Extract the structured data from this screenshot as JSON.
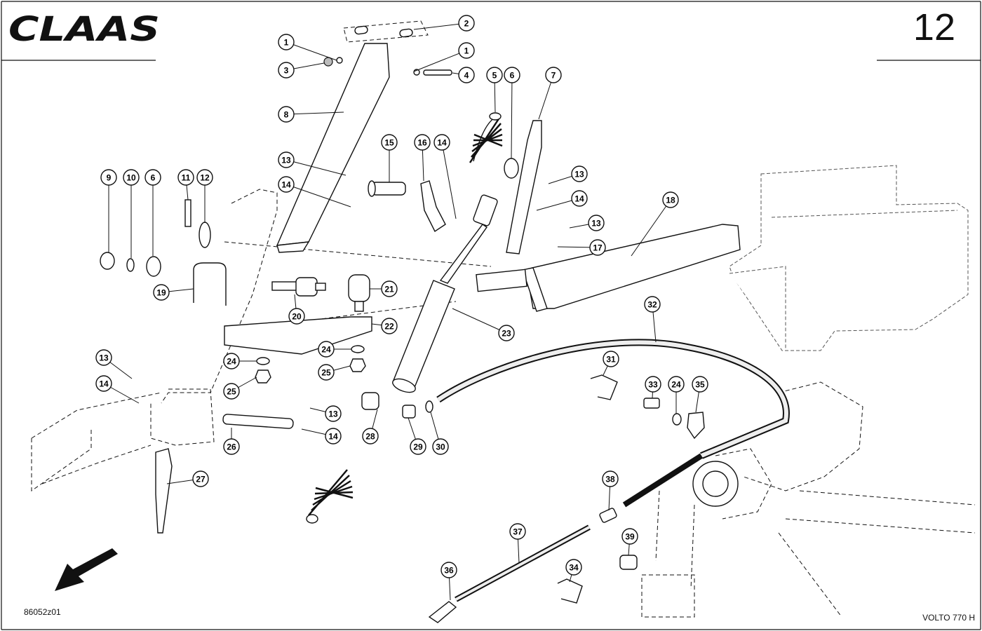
{
  "brand": {
    "logo_text": "CLAAS"
  },
  "page_number": "12",
  "drawing_code": "86052z01",
  "model_name": "VOLTO 770 H",
  "icons": {
    "direction_arrow": "arrow-down-left-icon"
  },
  "callouts": [
    {
      "id": "c1a",
      "label": "1"
    },
    {
      "id": "c1b",
      "label": "1"
    },
    {
      "id": "c2",
      "label": "2"
    },
    {
      "id": "c3",
      "label": "3"
    },
    {
      "id": "c4",
      "label": "4"
    },
    {
      "id": "c5",
      "label": "5"
    },
    {
      "id": "c6a",
      "label": "6"
    },
    {
      "id": "c6b",
      "label": "6"
    },
    {
      "id": "c7",
      "label": "7"
    },
    {
      "id": "c8",
      "label": "8"
    },
    {
      "id": "c9",
      "label": "9"
    },
    {
      "id": "c10",
      "label": "10"
    },
    {
      "id": "c11",
      "label": "11"
    },
    {
      "id": "c12",
      "label": "12"
    },
    {
      "id": "c13a",
      "label": "13"
    },
    {
      "id": "c13b",
      "label": "13"
    },
    {
      "id": "c13c",
      "label": "13"
    },
    {
      "id": "c13d",
      "label": "13"
    },
    {
      "id": "c13e",
      "label": "13"
    },
    {
      "id": "c14a",
      "label": "14"
    },
    {
      "id": "c14b",
      "label": "14"
    },
    {
      "id": "c14c",
      "label": "14"
    },
    {
      "id": "c14d",
      "label": "14"
    },
    {
      "id": "c14e",
      "label": "14"
    },
    {
      "id": "c15",
      "label": "15"
    },
    {
      "id": "c16",
      "label": "16"
    },
    {
      "id": "c17",
      "label": "17"
    },
    {
      "id": "c18",
      "label": "18"
    },
    {
      "id": "c19",
      "label": "19"
    },
    {
      "id": "c20",
      "label": "20"
    },
    {
      "id": "c21",
      "label": "21"
    },
    {
      "id": "c22",
      "label": "22"
    },
    {
      "id": "c23",
      "label": "23"
    },
    {
      "id": "c24a",
      "label": "24"
    },
    {
      "id": "c24b",
      "label": "24"
    },
    {
      "id": "c24c",
      "label": "24"
    },
    {
      "id": "c25a",
      "label": "25"
    },
    {
      "id": "c25b",
      "label": "25"
    },
    {
      "id": "c26",
      "label": "26"
    },
    {
      "id": "c27",
      "label": "27"
    },
    {
      "id": "c28",
      "label": "28"
    },
    {
      "id": "c29",
      "label": "29"
    },
    {
      "id": "c30",
      "label": "30"
    },
    {
      "id": "c31",
      "label": "31"
    },
    {
      "id": "c32",
      "label": "32"
    },
    {
      "id": "c33",
      "label": "33"
    },
    {
      "id": "c34",
      "label": "34"
    },
    {
      "id": "c35",
      "label": "35"
    },
    {
      "id": "c36",
      "label": "36"
    },
    {
      "id": "c37",
      "label": "37"
    },
    {
      "id": "c38",
      "label": "38"
    },
    {
      "id": "c39",
      "label": "39"
    }
  ]
}
